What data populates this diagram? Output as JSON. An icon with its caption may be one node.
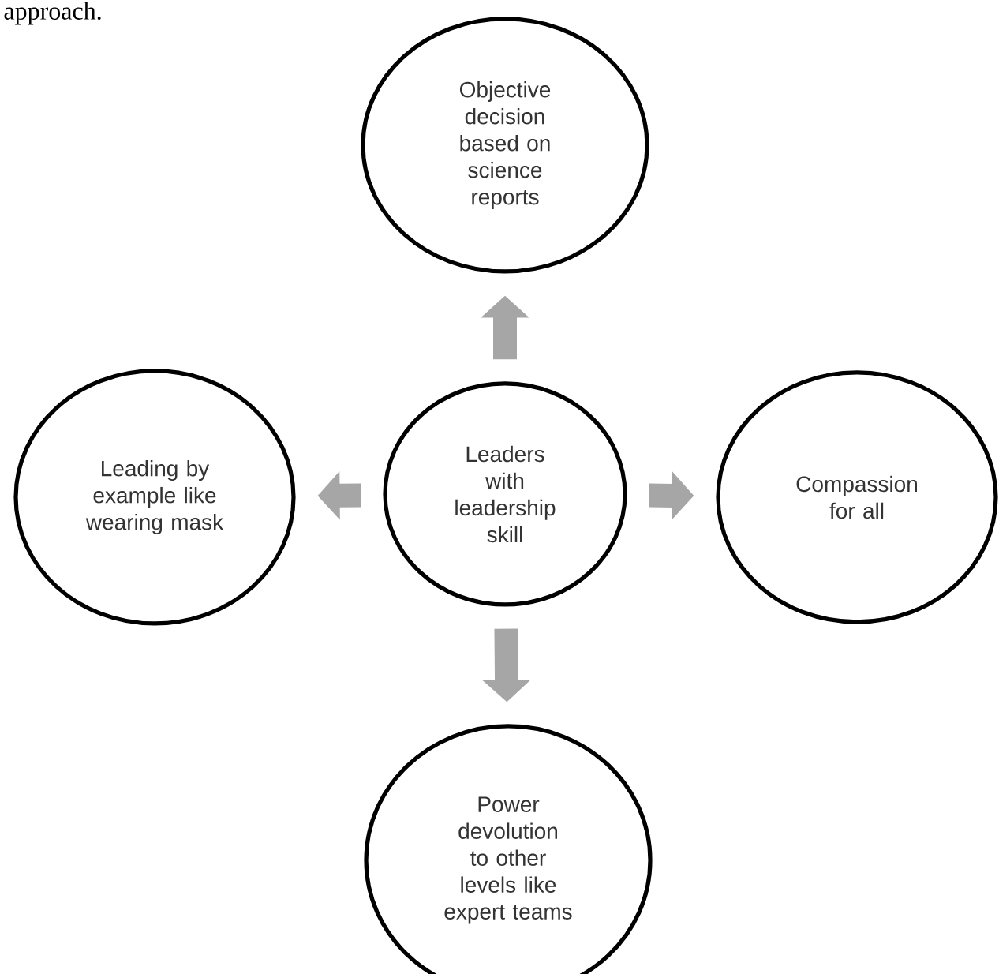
{
  "diagram": {
    "nodes": [
      {
        "text": [
          "Objective decision based on science reports"
        ]
      },
      {
        "text": [
          "Leading by example like wearing mask"
        ]
      },
      {
        "text": [
          "Leaders with leadership skill"
        ]
      },
      {
        "text": [
          "Compassion for all"
        ]
      },
      {
        "text": [
          "Power devolution to other levels like expert teams"
        ]
      }
    ],
    "edges": [
      {
        "from": 2,
        "to": 0,
        "arrow": "to"
      },
      {
        "from": 2,
        "to": 1,
        "arrow": "to"
      },
      {
        "from": 2,
        "to": 3,
        "arrow": "to"
      },
      {
        "from": 2,
        "to": 4,
        "arrow": "to"
      }
    ],
    "labels": [
      "approach."
    ]
  }
}
